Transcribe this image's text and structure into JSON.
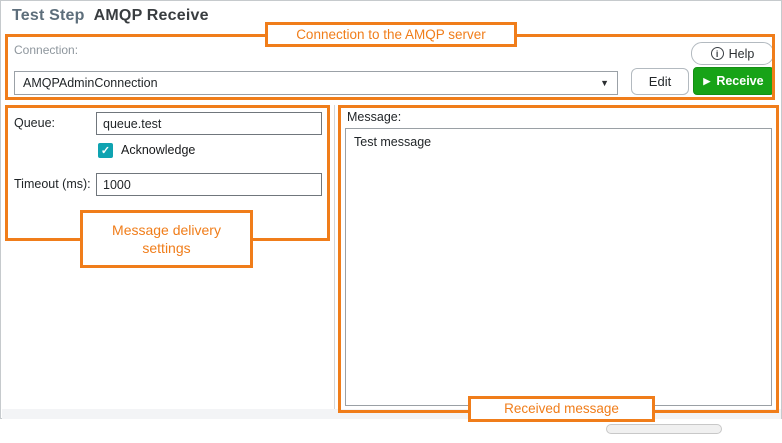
{
  "colors": {
    "annotation_orange": "#F07D1A",
    "receive_green": "#17A317",
    "checkbox_teal": "#0FA3B1"
  },
  "header": {
    "prefix": "Test Step",
    "title": "AMQP Receive"
  },
  "connection": {
    "label": "Connection:",
    "selected_value": "AMQPAdminConnection",
    "edit_label": "Edit",
    "receive_label": "Receive",
    "help_label": "Help"
  },
  "settings": {
    "queue_label": "Queue:",
    "queue_value": "queue.test",
    "acknowledge_label": "Acknowledge",
    "acknowledge_checked": true,
    "timeout_label": "Timeout (ms):",
    "timeout_value": "1000"
  },
  "message": {
    "label": "Message:",
    "value": "Test message"
  },
  "annotations": {
    "connection": "Connection to the AMQP server",
    "settings": "Message delivery settings",
    "received": "Received message"
  },
  "icons": {
    "info": "i",
    "dropdown_arrow": "▼",
    "play": "▶",
    "check": "✓"
  }
}
